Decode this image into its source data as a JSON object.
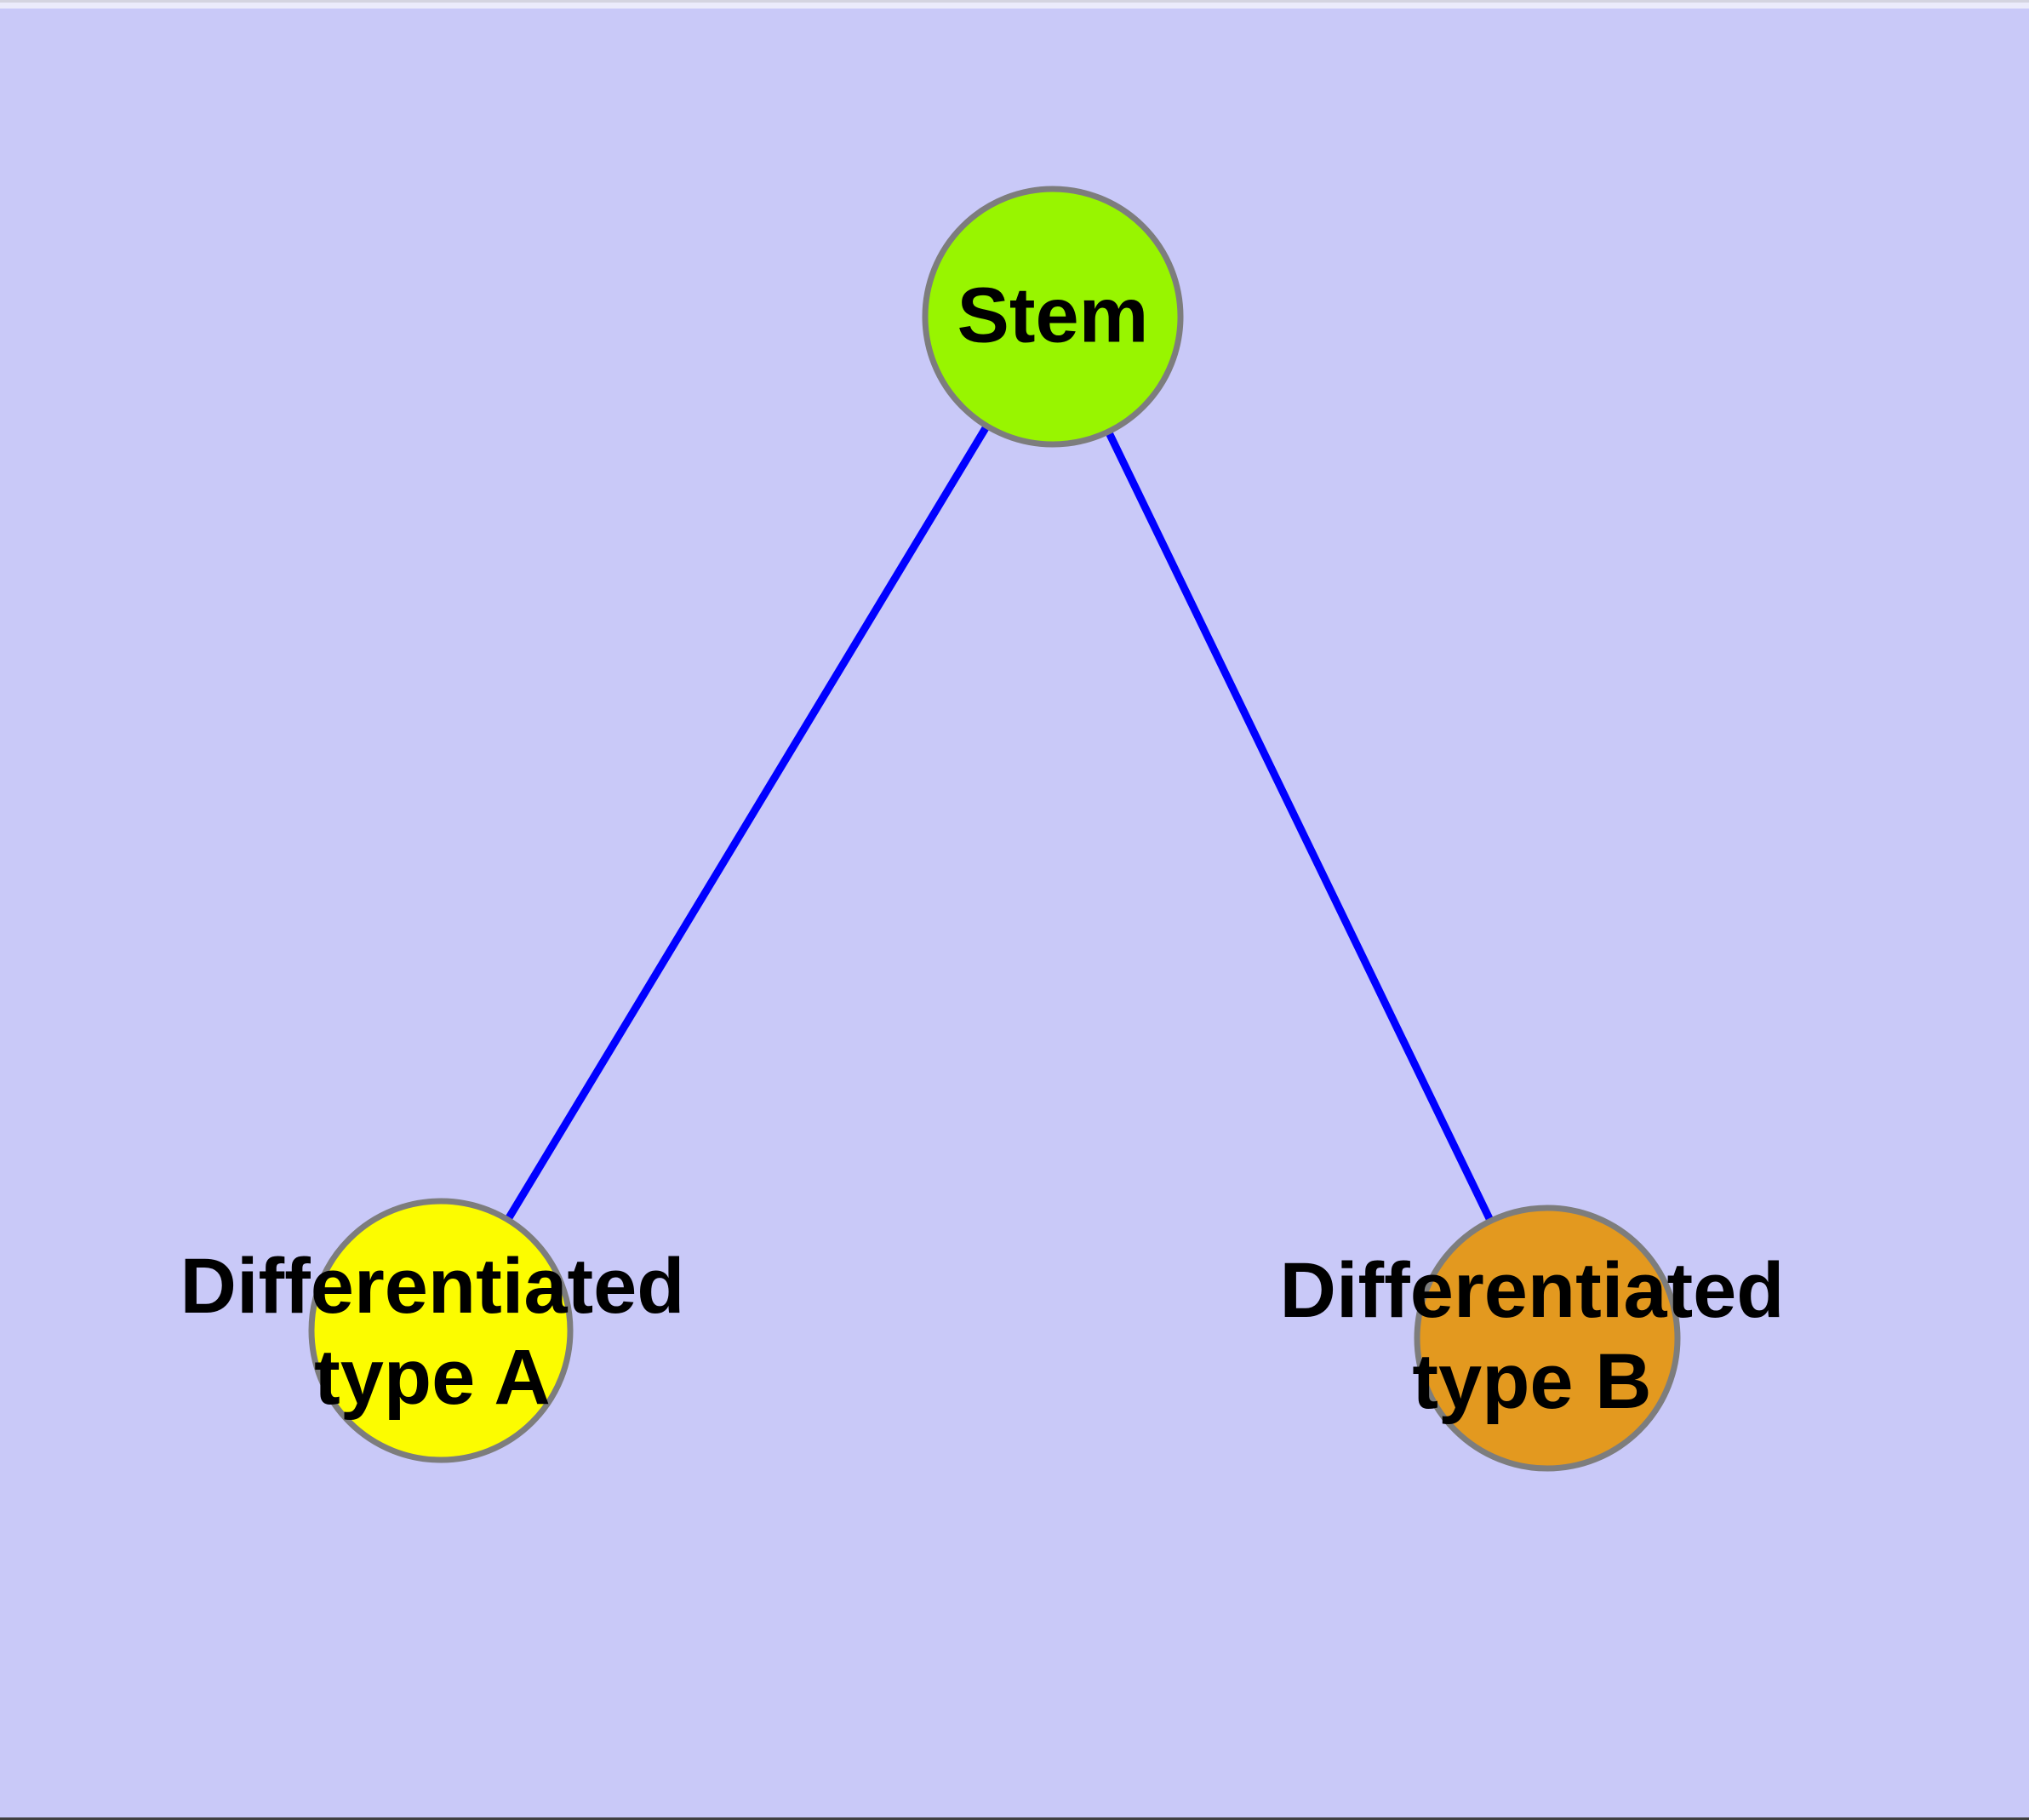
{
  "diagram": {
    "background_color": "#c9c9f8",
    "nodes": [
      {
        "id": "stem",
        "label": "Stem",
        "fill": "#98f500",
        "stroke": "#7d7d7d"
      },
      {
        "id": "type-a",
        "label": "Differentiated\ntype A",
        "fill": "#fcfc00",
        "stroke": "#7d7d7d"
      },
      {
        "id": "type-b",
        "label": "Differentiated\ntype B",
        "fill": "#e3991f",
        "stroke": "#7d7d7d"
      }
    ],
    "edges": [
      {
        "from": "stem",
        "to": "type-a",
        "color": "#0000ff"
      },
      {
        "from": "stem",
        "to": "type-b",
        "color": "#0000ff"
      }
    ]
  }
}
